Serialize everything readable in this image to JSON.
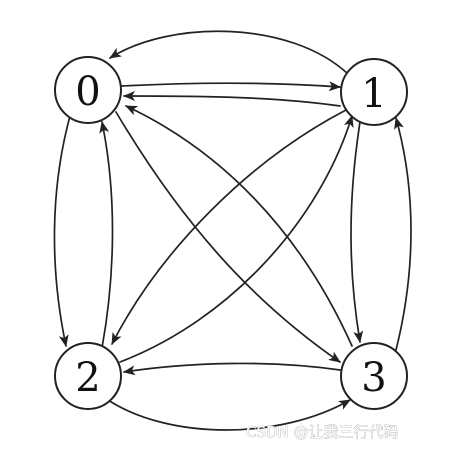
{
  "nodes": [
    {
      "id": "n0",
      "label": "0"
    },
    {
      "id": "n1",
      "label": "1"
    },
    {
      "id": "n2",
      "label": "2"
    },
    {
      "id": "n3",
      "label": "3"
    }
  ],
  "edges": [
    {
      "from": "0",
      "to": "1"
    },
    {
      "from": "1",
      "to": "0"
    },
    {
      "from": "0",
      "to": "2"
    },
    {
      "from": "2",
      "to": "0"
    },
    {
      "from": "0",
      "to": "3"
    },
    {
      "from": "3",
      "to": "0"
    },
    {
      "from": "1",
      "to": "2"
    },
    {
      "from": "2",
      "to": "1"
    },
    {
      "from": "1",
      "to": "3"
    },
    {
      "from": "3",
      "to": "1"
    },
    {
      "from": "2",
      "to": "3"
    },
    {
      "from": "3",
      "to": "2"
    }
  ],
  "watermark": {
    "text": "CSDN @让我三行代码"
  }
}
